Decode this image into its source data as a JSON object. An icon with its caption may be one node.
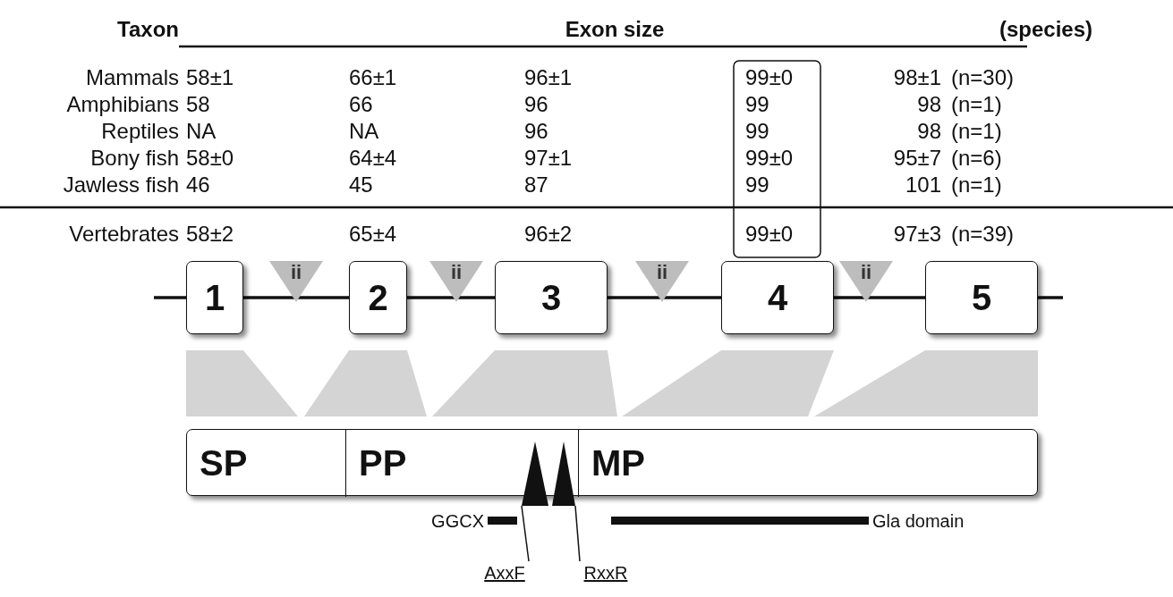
{
  "diagram": {
    "nodes": [
      {
        "text": [
          "1"
        ]
      },
      {
        "text": [
          "2"
        ]
      },
      {
        "text": [
          "3"
        ]
      },
      {
        "text": [
          "4"
        ]
      },
      {
        "text": [
          "5"
        ]
      },
      {
        "text": [
          "ii"
        ]
      },
      {
        "text": [
          "ii"
        ]
      },
      {
        "text": [
          "ii"
        ]
      },
      {
        "text": [
          "ii"
        ]
      },
      {
        "text": [],
        "shape": "bar"
      },
      {
        "text": [
          "SP"
        ],
        "in": 9
      },
      {
        "text": [
          "PP"
        ],
        "in": 9
      },
      {
        "text": [
          "MP"
        ],
        "in": 9
      },
      {
        "text": [],
        "shape": "triangle"
      },
      {
        "text": [],
        "shape": "triangle"
      },
      {
        "text": [
          "AxxF"
        ]
      },
      {
        "text": [
          "RxxR"
        ]
      }
    ],
    "edges": [
      {
        "from": null,
        "to": 0,
        "arrow": "none"
      },
      {
        "from": 0,
        "to": 1,
        "arrow": "none"
      },
      {
        "from": 1,
        "to": 2,
        "arrow": "none"
      },
      {
        "from": 2,
        "to": 3,
        "arrow": "none"
      },
      {
        "from": 3,
        "to": 4,
        "arrow": "none"
      },
      {
        "from": 4,
        "to": null,
        "arrow": "none"
      },
      {
        "from": 15,
        "to": 13,
        "arrow": "none"
      },
      {
        "from": 16,
        "to": 14,
        "arrow": "none"
      }
    ],
    "labels": [
      "Taxon",
      "Exon size",
      "(species)",
      "Mammals",
      "58±1",
      "66±1",
      "96±1",
      "99±0",
      "98±1",
      "(n=30)",
      "Amphibians",
      "58",
      "66",
      "96",
      "99",
      "98",
      "(n=1)",
      "Reptiles",
      "NA",
      "NA",
      "96",
      "99",
      "98",
      "(n=1)",
      "Bony fish",
      "58±0",
      "64±4",
      "97±1",
      "99±0",
      "95±7",
      "(n=6)",
      "Jawless fish",
      "46",
      "45",
      "87",
      "99",
      "101",
      "(n=1)",
      "Vertebrates",
      "58±2",
      "65±4",
      "96±2",
      "99±0",
      "97±3",
      "(n=39)",
      "GGCX",
      "Gla domain"
    ]
  }
}
